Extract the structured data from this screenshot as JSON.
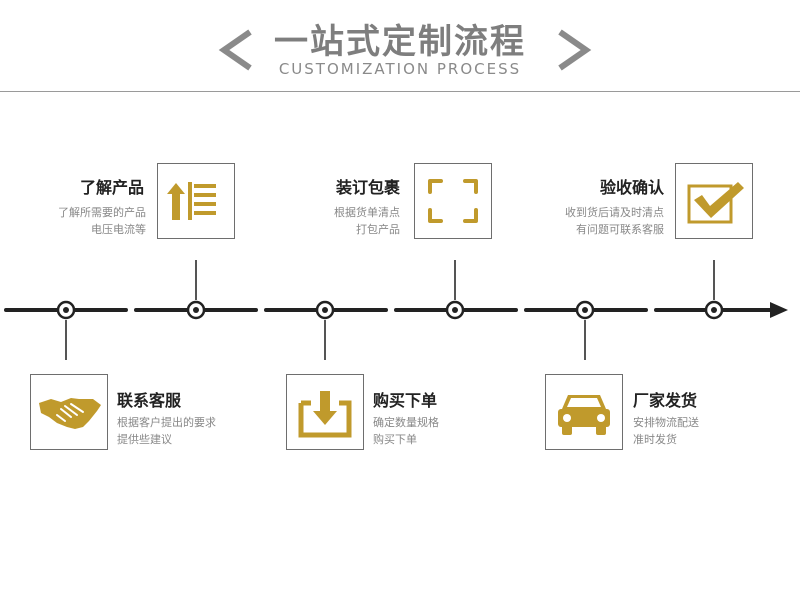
{
  "header": {
    "title": "一站式定制流程",
    "subtitle": "CUSTOMIZATION PROCESS"
  },
  "colors": {
    "gold": "#c09a2c",
    "line": "#222222",
    "gray": "#8a8a8a"
  },
  "steps_top": [
    {
      "title": "了解产品",
      "desc1": "了解所需要的产品",
      "desc2": "电压电流等",
      "icon": "list-arrow-up-icon"
    },
    {
      "title": "装订包裹",
      "desc1": "根据货单清点",
      "desc2": "打包产品",
      "icon": "frame-corners-icon"
    },
    {
      "title": "验收确认",
      "desc1": "收到货后请及时清点",
      "desc2": "有问题可联系客服",
      "icon": "checkbox-check-icon"
    }
  ],
  "steps_bottom": [
    {
      "title": "联系客服",
      "desc1": "根据客户提出的要求",
      "desc2": "提供些建议",
      "icon": "handshake-icon"
    },
    {
      "title": "购买下单",
      "desc1": "确定数量规格",
      "desc2": "购买下单",
      "icon": "download-tray-icon"
    },
    {
      "title": "厂家发货",
      "desc1": "安排物流配送",
      "desc2": "准时发货",
      "icon": "car-icon"
    }
  ]
}
